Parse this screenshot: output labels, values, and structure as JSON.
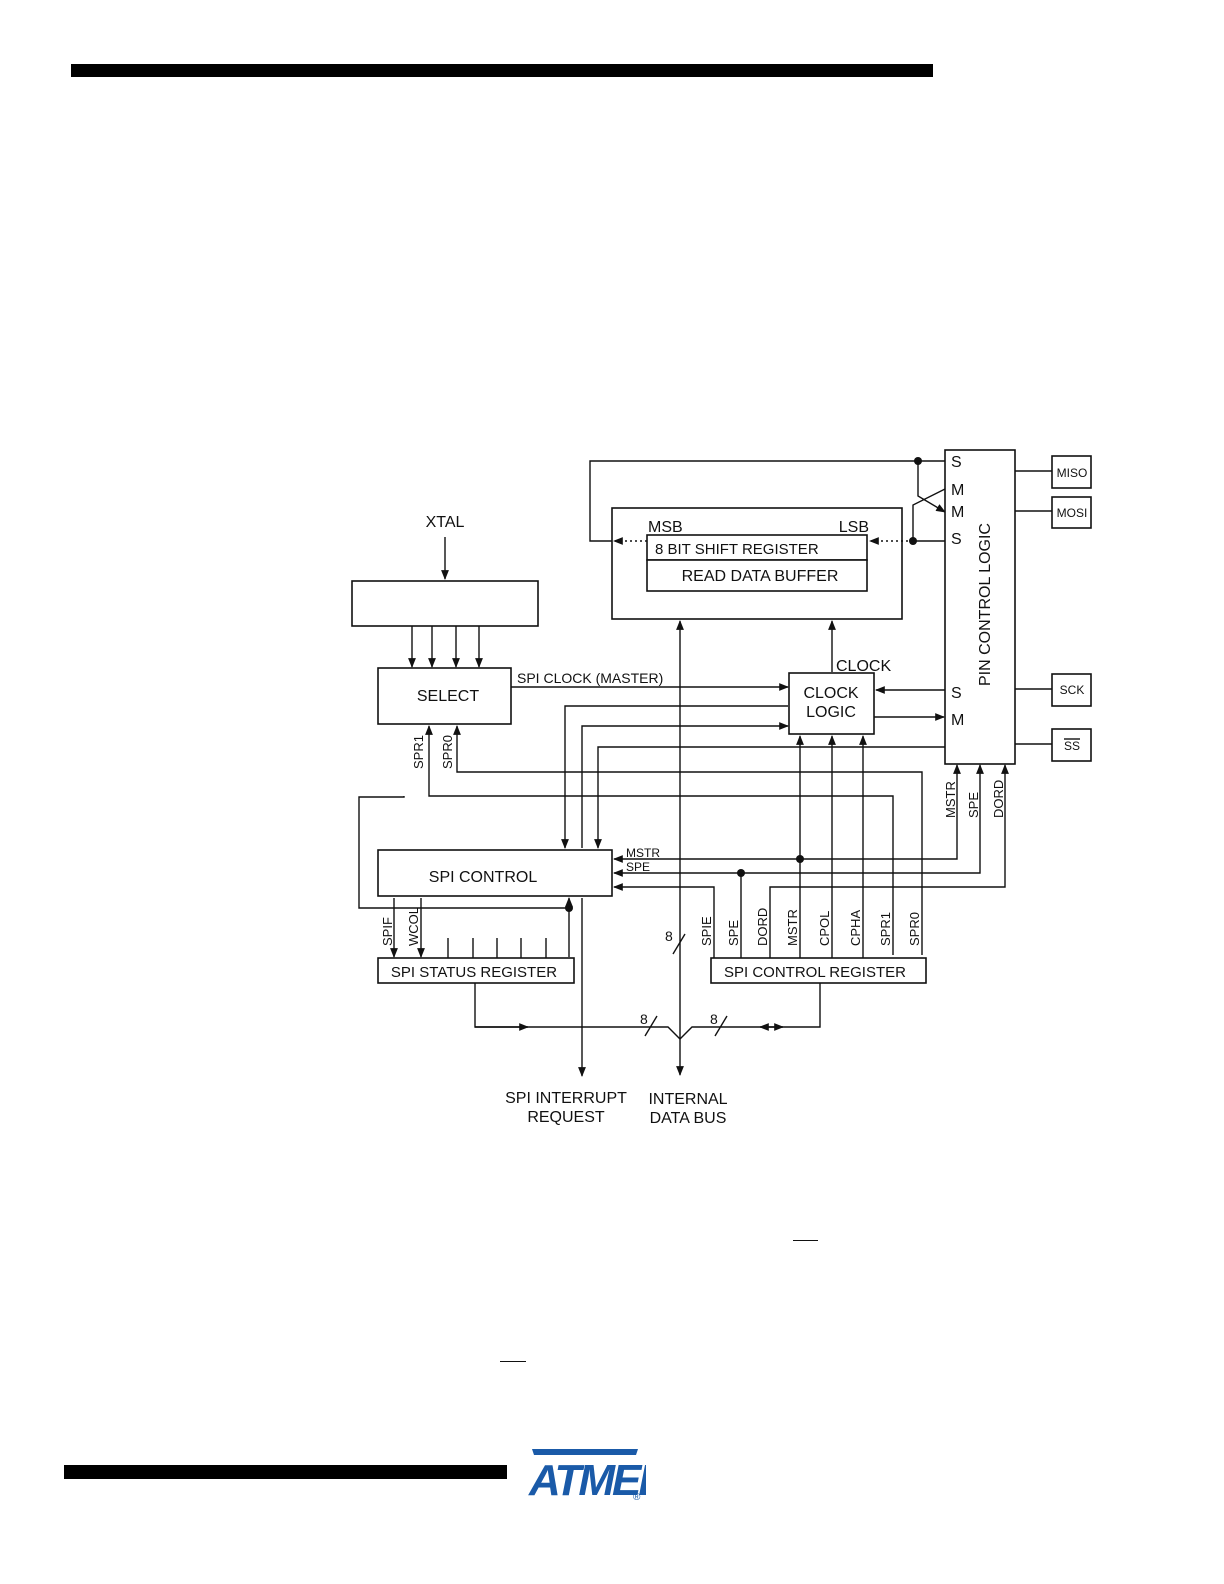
{
  "labels": {
    "xtal": "XTAL",
    "select": "SELECT",
    "spi_clock_master": "SPI CLOCK (MASTER)",
    "msb": "MSB",
    "lsb": "LSB",
    "shift_register": "8 BIT SHIFT REGISTER",
    "read_buffer": "READ DATA BUFFER",
    "clock": "CLOCK",
    "clock_logic_1": "CLOCK",
    "clock_logic_2": "LOGIC",
    "pin_control_logic": "PIN CONTROL LOGIC",
    "pin_s1": "S",
    "pin_m1": "M",
    "pin_m2": "M",
    "pin_s2": "S",
    "pin_s3": "S",
    "pin_m3": "M",
    "miso": "MISO",
    "mosi": "MOSI",
    "sck": "SCK",
    "ss": "SS",
    "spr1": "SPR1",
    "spr0": "SPR0",
    "mstr_v": "MSTR",
    "spe_v": "SPE",
    "dord_v": "DORD",
    "spi_control": "SPI CONTROL",
    "mstr_h": "MSTR",
    "spe_h": "SPE",
    "spif": "SPIF",
    "wcol": "WCOL",
    "status_register": "SPI STATUS REGISTER",
    "cr_spie": "SPIE",
    "cr_spe": "SPE",
    "cr_dord": "DORD",
    "cr_mstr": "MSTR",
    "cr_cpol": "CPOL",
    "cr_cpha": "CPHA",
    "cr_spr1": "SPR1",
    "cr_spr0": "SPR0",
    "control_register": "SPI CONTROL REGISTER",
    "bus_width_1": "8",
    "bus_width_2": "8",
    "bus_width_3": "8",
    "spi_interrupt_1": "SPI INTERRUPT",
    "spi_interrupt_2": "REQUEST",
    "internal_bus_1": "INTERNAL",
    "internal_bus_2": "DATA BUS"
  },
  "logo": {
    "brand": "ATMEL",
    "mark": "®",
    "color": "#1a5aa8"
  }
}
